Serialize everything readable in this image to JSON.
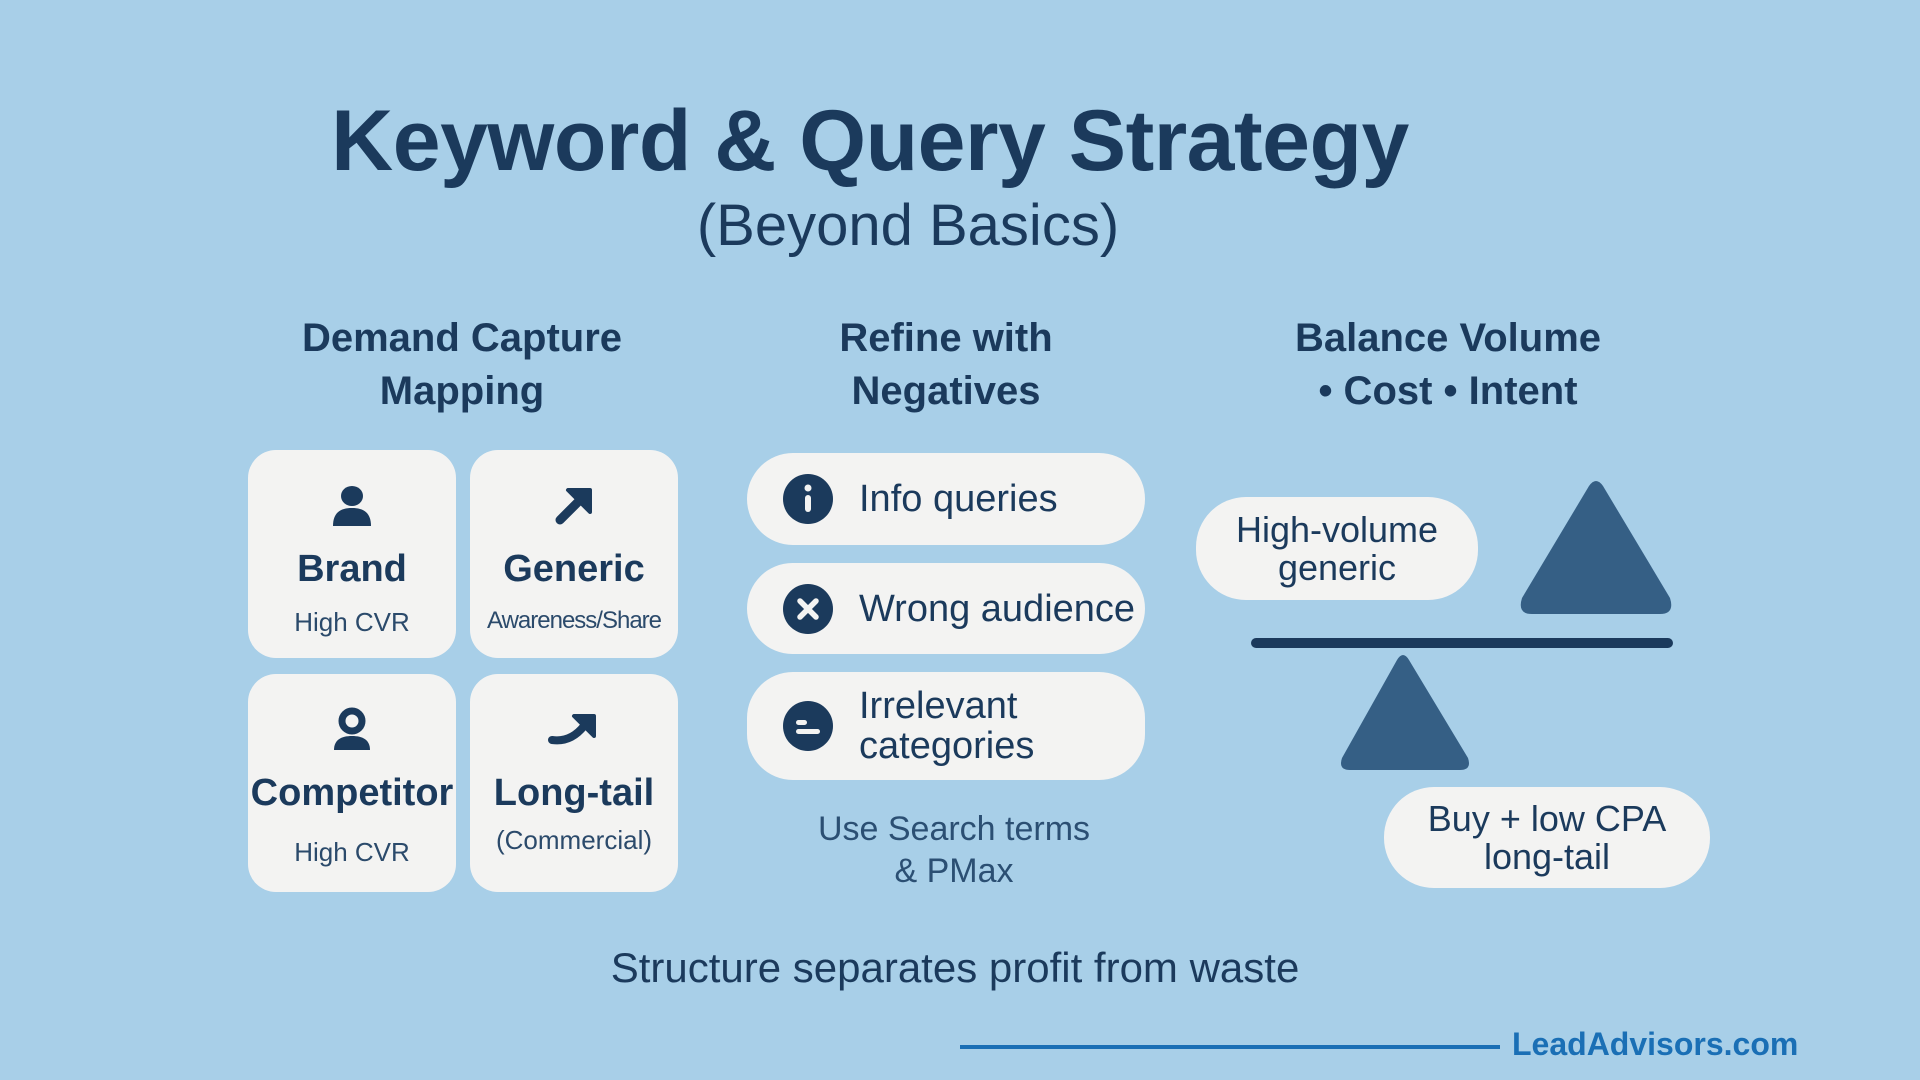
{
  "header": {
    "title": "Keyword & Query Strategy",
    "subtitle": "(Beyond Basics)"
  },
  "sections": {
    "demand": {
      "heading_line1": "Demand Capture",
      "heading_line2": "Mapping",
      "cards": [
        {
          "name": "Brand",
          "desc": "High CVR",
          "icon": "user-icon"
        },
        {
          "name": "Generic",
          "desc": "Awareness/Share",
          "icon": "arrow-up-right-icon"
        },
        {
          "name": "Competitor",
          "desc": "High CVR",
          "icon": "user-outline-icon"
        },
        {
          "name": "Long-tail",
          "desc": "(Commercial)",
          "icon": "curved-arrow-icon"
        }
      ]
    },
    "negatives": {
      "heading_line1": "Refine with",
      "heading_line2": "Negatives",
      "items": [
        {
          "label": "Info queries",
          "icon": "info-icon"
        },
        {
          "label": "Wrong audience",
          "icon": "x-circle-icon"
        },
        {
          "label_line1": "Irrelevant",
          "label_line2": "categories",
          "icon": "category-icon"
        }
      ],
      "note_line1": "Use Search terms",
      "note_line2": "& PMax"
    },
    "balance": {
      "heading_line1": "Balance Volume",
      "heading_line2": "• Cost • Intent",
      "top_label_line1": "High-volume",
      "top_label_line2": "generic",
      "bottom_label_line1": "Buy + low CPA",
      "bottom_label_line2": "long-tail"
    }
  },
  "footer": {
    "tagline": "Structure separates profit from waste",
    "brand": "LeadAdvisors.com"
  },
  "colors": {
    "background": "#a8cfe8",
    "navy": "#1b3a5c",
    "triangle": "#355f85",
    "card": "#f3f3f2",
    "brand": "#1a6fb5"
  }
}
